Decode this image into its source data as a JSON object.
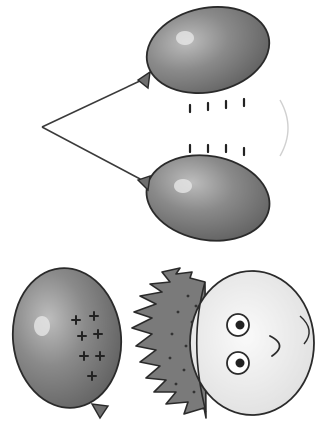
{
  "colors": {
    "balloon": "#8a8a8a",
    "balloon_shade": "#5f5f5f",
    "highlight": "#e6e6e6",
    "outline": "#2a2a2a",
    "string": "#3a3a3a",
    "charge_mark": "#222222",
    "face": "#f1f1f1",
    "hair": "#7a7a7a"
  },
  "icons": [
    "balloon",
    "string",
    "face",
    "hair",
    "plus-sign",
    "spark-dash"
  ],
  "charge_symbol": "+",
  "charge_count": 7
}
